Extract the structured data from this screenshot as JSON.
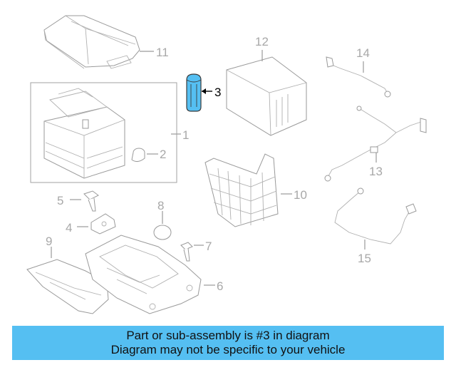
{
  "diagram": {
    "callouts": {
      "c1": "1",
      "c2": "2",
      "c3": "3",
      "c4": "4",
      "c5": "5",
      "c6": "6",
      "c7": "7",
      "c8": "8",
      "c9": "9",
      "c10": "10",
      "c11": "11",
      "c12": "12",
      "c13": "13",
      "c14": "14",
      "c15": "15"
    },
    "highlight_part": "3",
    "highlight_color": "#55bff2"
  },
  "banner": {
    "line1": "Part or sub-assembly is #3 in diagram",
    "line2": "Diagram may not be specific to your vehicle",
    "color": "#55bff2"
  }
}
